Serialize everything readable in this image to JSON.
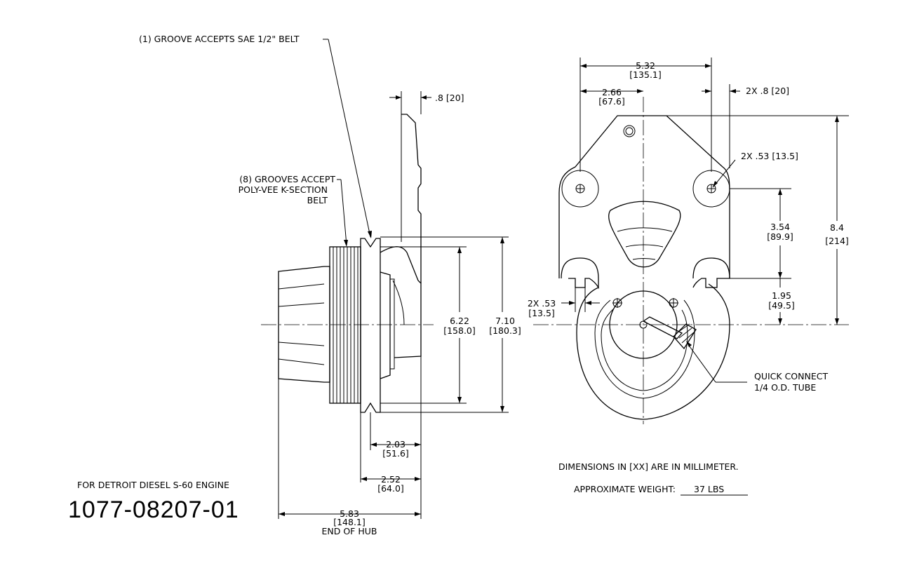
{
  "notes": {
    "groove_single": "(1) GROOVE ACCEPTS SAE 1/2\" BELT",
    "grooves_multi": [
      "(8) GROOVES ACCEPT",
      "POLY-VEE K-SECTION",
      "BELT"
    ],
    "quick_connect": [
      "QUICK CONNECT",
      "1/4 O.D. TUBE"
    ],
    "dimensions_unit": "DIMENSIONS IN [XX] ARE IN MILLIMETER.",
    "weight_label": "APPROXIMATE WEIGHT:",
    "weight_value": "37 LBS",
    "engine": "FOR DETROIT DIESEL S-60 ENGINE",
    "part_number": "1077-08207-01",
    "end_of_hub": "END OF HUB"
  },
  "dims": {
    "flange_thickness": ".8 [20]",
    "pulley_dia_in": "6.22",
    "pulley_dia_mm": "[158.0]",
    "overall_dia_in": "7.10",
    "overall_dia_mm": "[180.3]",
    "d_203_in": "2.03",
    "d_203_mm": "[51.6]",
    "d_252_in": "2.52",
    "d_252_mm": "[64.0]",
    "d_583_in": "5.83",
    "d_583_mm": "[148.1]",
    "width_in": "5.32",
    "width_mm": "[135.1]",
    "half_in": "2.66",
    "half_mm": "[67.6]",
    "edge_2x": "2X .8 [20]",
    "hole_2x_top": "2X .53 [13.5]",
    "vert_354_in": "3.54",
    "vert_354_mm": "[89.9]",
    "height_in": "8.4",
    "height_mm": "[214]",
    "vert_195_in": "1.95",
    "vert_195_mm": "[49.5]",
    "slot_2x_in": "2X .53",
    "slot_2x_mm": "[13.5]"
  }
}
